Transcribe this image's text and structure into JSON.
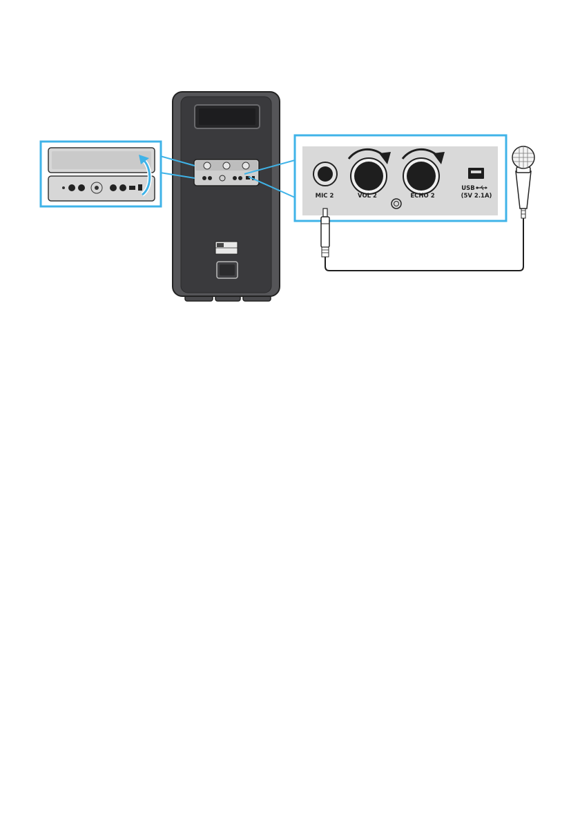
{
  "panel_labels": {
    "mic": "MIC 2",
    "vol": "VOL 2",
    "echo": "ECHO 2",
    "usb": "USB",
    "usb_rating": "(5V 2.1A)"
  },
  "colors": {
    "callout_blue": "#3fb3e8",
    "speaker_body": "#555558",
    "speaker_dark": "#3a3a3d",
    "panel_gray": "#d9d9d9",
    "knob": "#1e1e1e"
  },
  "icons": [
    "speaker-icon",
    "microphone-icon",
    "knob-icon",
    "usb-icon",
    "curved-arrow-icon"
  ]
}
